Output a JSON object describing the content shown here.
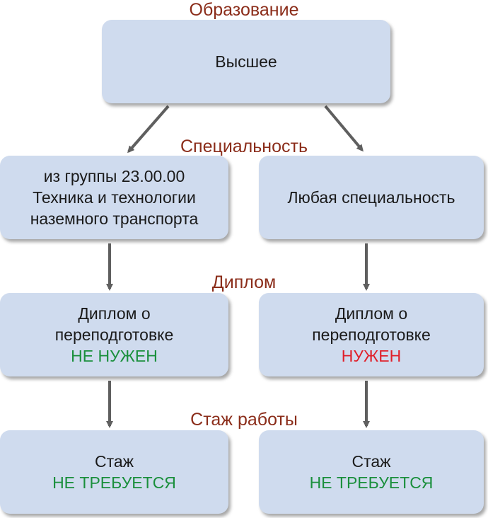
{
  "colors": {
    "heading": "#8b2d1a",
    "box_fill": "#cfdbee",
    "arrow": "#5f5f5f",
    "green": "#1a8f3c",
    "red": "#e0202a"
  },
  "headings": {
    "education": "Образование",
    "specialty": "Специальность",
    "diploma": "Диплом",
    "experience": "Стаж работы"
  },
  "boxes": {
    "higher": {
      "line1": "Высшее"
    },
    "specialty_group": {
      "line1": "из группы 23.00.00",
      "line2": "Техника и технологии",
      "line3": "наземного транспорта"
    },
    "specialty_any": {
      "line1": "Любая специальность"
    },
    "diploma_left": {
      "line1": "Диплом о",
      "line2": "переподготовке",
      "status": "НЕ НУЖЕН"
    },
    "diploma_right": {
      "line1": "Диплом о",
      "line2": "переподготовке",
      "status": "НУЖЕН"
    },
    "experience_left": {
      "line1": "Стаж",
      "status": "НЕ ТРЕБУЕТСЯ"
    },
    "experience_right": {
      "line1": "Стаж",
      "status": "НЕ ТРЕБУЕТСЯ"
    }
  }
}
